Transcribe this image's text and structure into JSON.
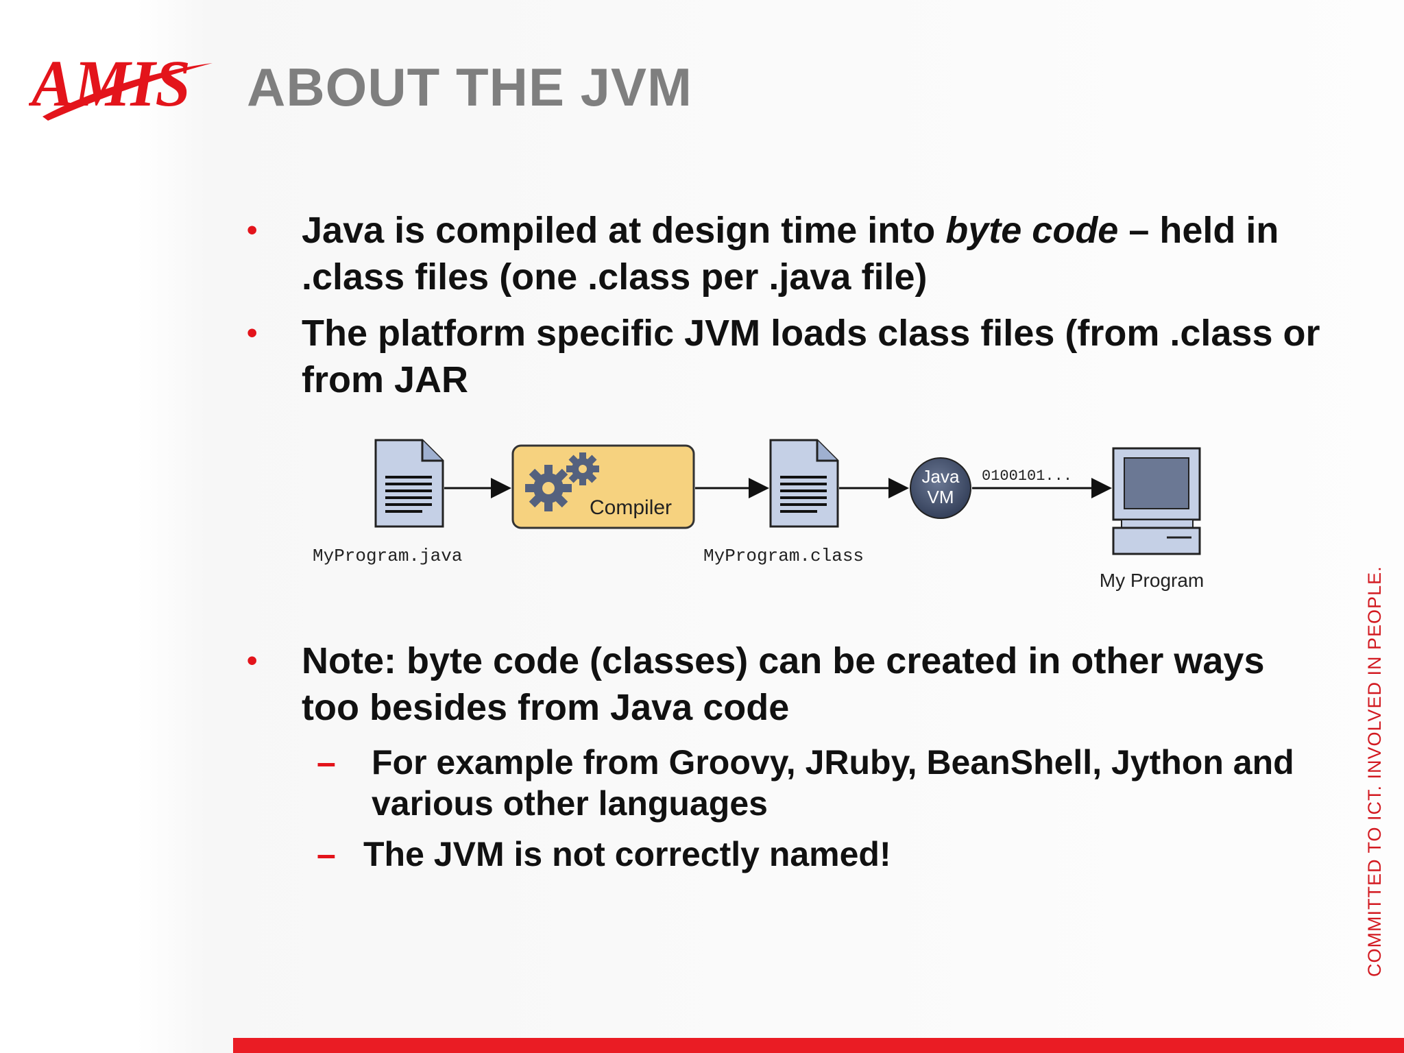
{
  "logo": {
    "text": "AMIS",
    "color": "#e3141b"
  },
  "title": "ABOUT THE JVM",
  "bullets": [
    {
      "pre": "Java is compiled at design time into ",
      "em": "byte code",
      "post": " – held in .class files (one .class per .java file)"
    },
    {
      "text": "The platform specific JVM loads class files (from .class or from JAR"
    },
    {
      "text": "Note: byte code (classes) can be created in other ways too besides from Java code"
    }
  ],
  "sub_bullets": [
    {
      "dash": "–",
      "text": "For example from Groovy, JRuby, BeanShell, Jython and various other languages"
    },
    {
      "dash": "–",
      "text": "The JVM is not correctly named!"
    }
  ],
  "diagram": {
    "source_file": "MyProgram.java",
    "compiler": "Compiler",
    "class_file": "MyProgram.class",
    "jvm_line1": "Java",
    "jvm_line2": "VM",
    "bytecode": "0100101...",
    "program": "My Program"
  },
  "side_tagline": "COMMITTED TO ICT. INVOLVED IN PEOPLE.",
  "colors": {
    "accent_red": "#e3141b",
    "title_gray": "#7f7f7f",
    "file_blue": "#c5d0e6",
    "compiler_yellow": "#f6d27f",
    "jvm_navy": "#3d4a63"
  }
}
